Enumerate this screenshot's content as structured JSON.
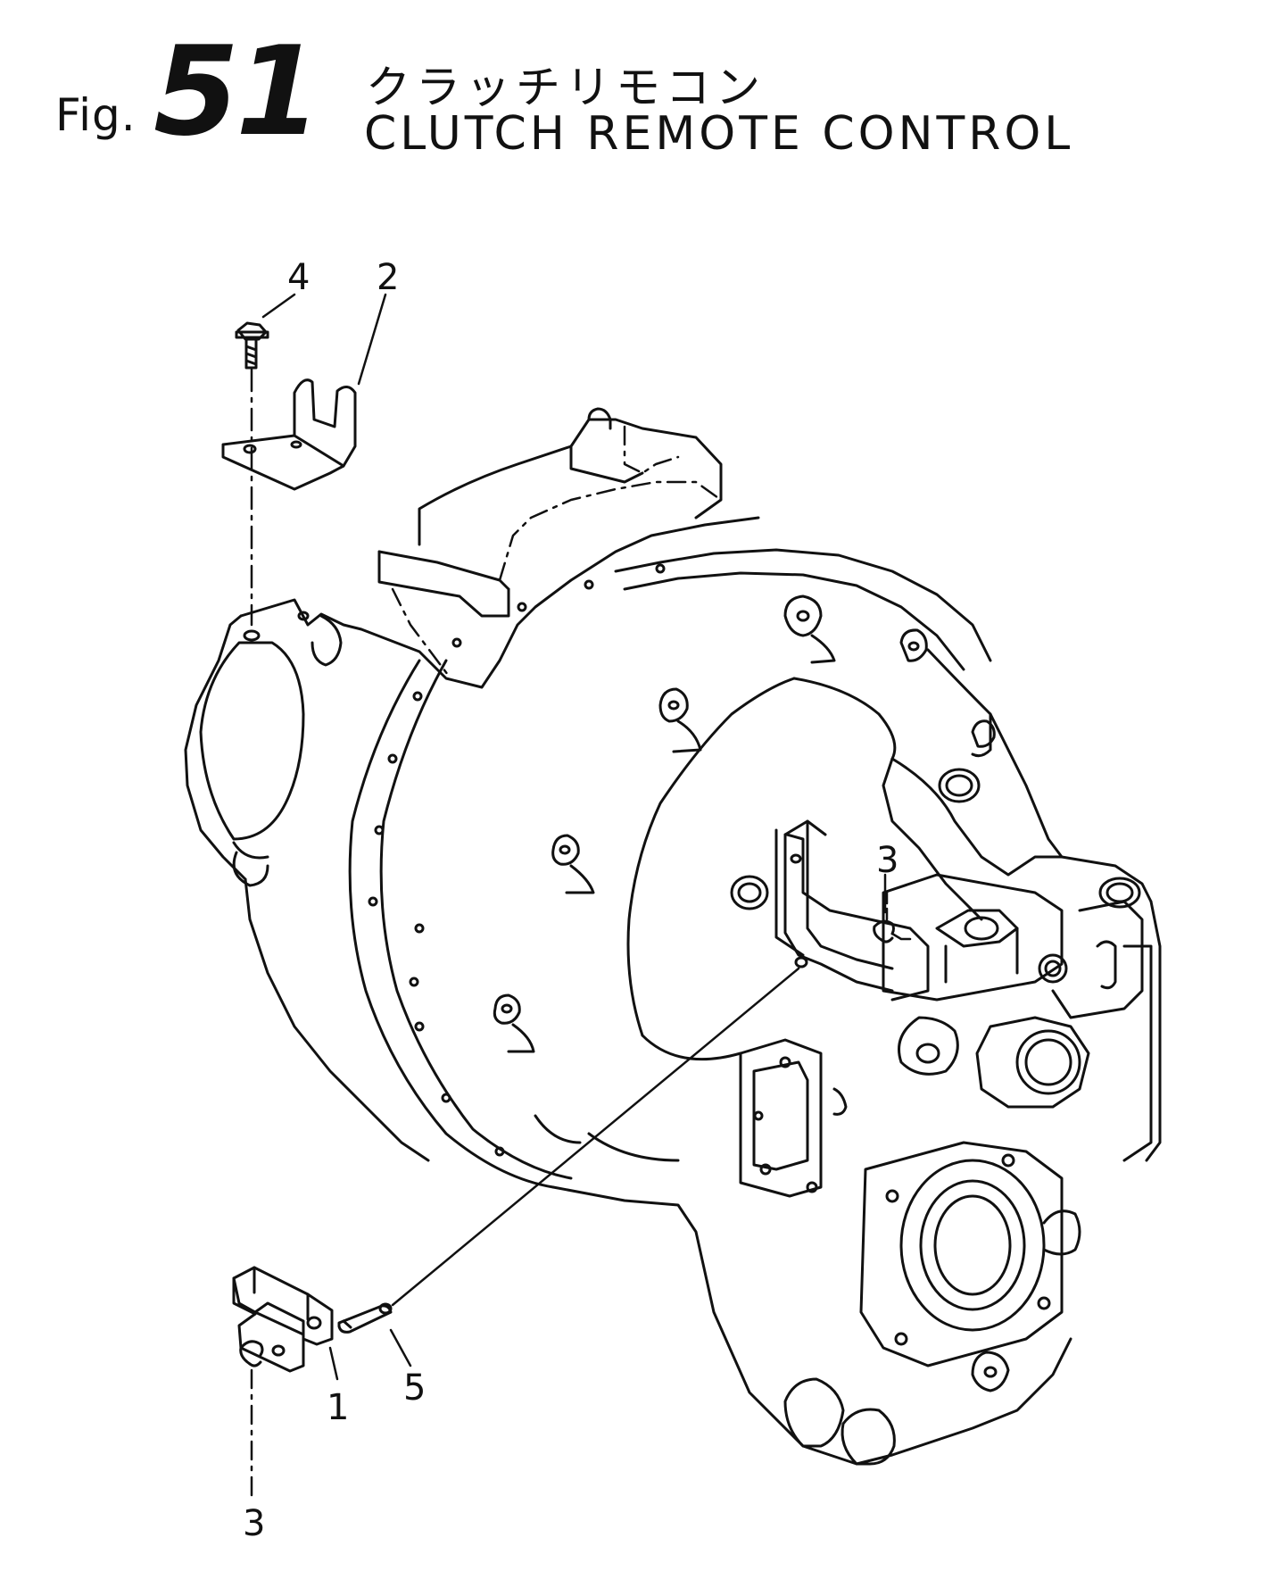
{
  "header": {
    "fig_prefix": "Fig.",
    "fig_number": "51",
    "title_jp": "クラッチリモコン",
    "title_en": "CLUTCH REMOTE CONTROL"
  },
  "callouts": {
    "c4": "4",
    "c2": "2",
    "c3_upper": "3",
    "c5": "5",
    "c1": "1",
    "c3_lower": "3"
  },
  "colors": {
    "ink": "#111111",
    "paper": "#ffffff"
  }
}
